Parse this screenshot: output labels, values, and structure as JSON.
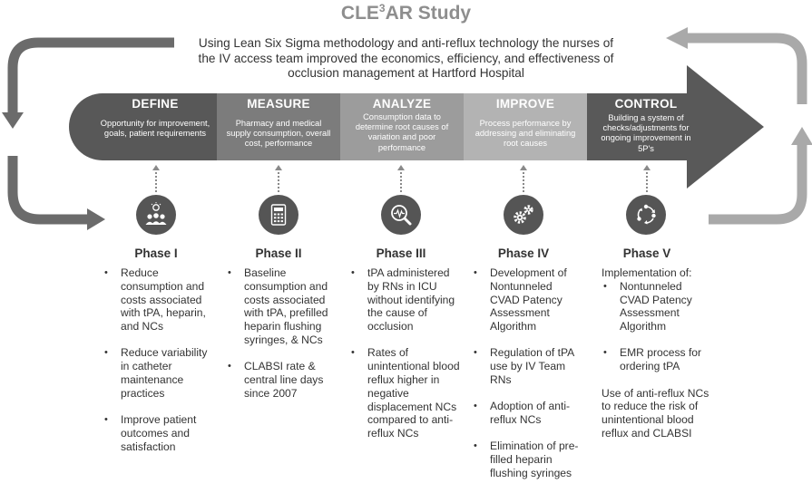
{
  "title_main": "CLE",
  "title_sup": "3",
  "title_rest": "AR Study",
  "subtitle": "Using Lean Six Sigma methodology and anti-reflux technology the nurses of the IV access team improved the economics, efficiency, and effectiveness of occlusion management at Hartford Hospital",
  "colors": {
    "define": "#585858",
    "measure": "#7c7c7c",
    "analyze": "#9c9c9c",
    "improve": "#b3b3b3",
    "control": "#595959",
    "icon_bg": "#555555",
    "cycle_arrow_left": "#6b6b6b",
    "cycle_arrow_right": "#a9a9a9"
  },
  "stages": [
    {
      "title": "DEFINE",
      "desc": "Opportunity for improvement, goals, patient requirements"
    },
    {
      "title": "MEASURE",
      "desc": "Pharmacy and medical supply consumption, overall cost, performance"
    },
    {
      "title": "ANALYZE",
      "desc": "Consumption data to determine root causes of variation and poor performance"
    },
    {
      "title": "IMPROVE",
      "desc": "Process performance by addressing and eliminating root causes"
    },
    {
      "title": "CONTROL",
      "desc": "Building a system of checks/adjustments for ongoing improvement in 5P's"
    }
  ],
  "phases": [
    {
      "name": "Phase I",
      "icon": "people-lightbulb-icon",
      "bullets": [
        "Reduce consumption and costs associated with tPA, heparin, and NCs",
        "Reduce variability in catheter maintenance practices",
        "Improve patient outcomes and satisfaction"
      ]
    },
    {
      "name": "Phase II",
      "icon": "calculator-icon",
      "bullets": [
        "Baseline consumption and costs associated with tPA, prefilled heparin flushing syringes, & NCs",
        "CLABSI rate & central line days since 2007"
      ]
    },
    {
      "name": "Phase III",
      "icon": "magnifier-chart-icon",
      "bullets": [
        "tPA administered by RNs in ICU without identifying the cause of occlusion",
        "Rates of unintentional blood reflux higher in negative displacement NCs compared to anti-reflux NCs"
      ]
    },
    {
      "name": "Phase IV",
      "icon": "gears-icon",
      "bullets": [
        "Development of Nontunneled CVAD Patency Assessment Algorithm",
        "Regulation of tPA use by IV Team RNs",
        "Adoption of anti-reflux NCs",
        "Elimination of pre-filled heparin flushing syringes"
      ]
    },
    {
      "name": "Phase V",
      "icon": "cycle-arrows-icon",
      "intro": "Implementation of:",
      "bullets": [
        "Nontunneled CVAD Patency Assessment Algorithm",
        "EMR process for ordering tPA"
      ],
      "outro": "Use of anti-reflux NCs to reduce the risk of unintentional blood reflux and CLABSI"
    }
  ]
}
